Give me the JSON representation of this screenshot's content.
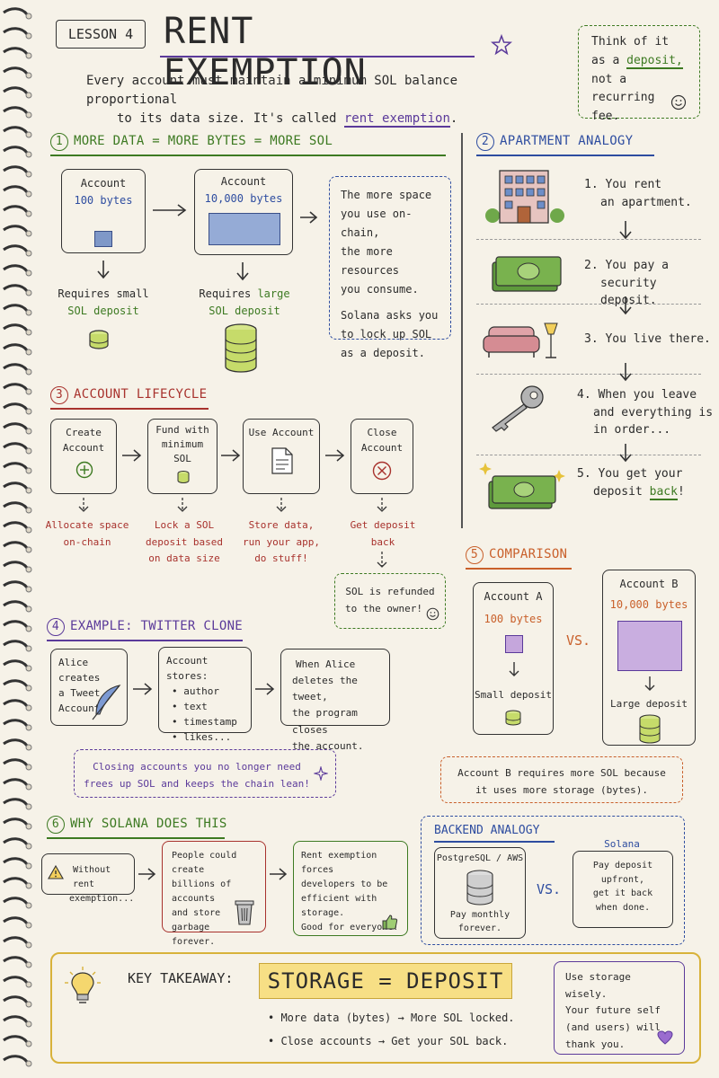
{
  "header": {
    "lesson": "LESSON 4",
    "title": "RENT EXEMPTION",
    "intro_a": "Every account must maintain a minimum SOL balance proportional",
    "intro_b": "to its data size.  It's called",
    "intro_term": "rent exemption",
    "intro_end": ".",
    "note_a": "Think of it",
    "note_b": "as a",
    "note_deposit": "deposit,",
    "note_c": "not a recurring",
    "note_d": "fee."
  },
  "sec1": {
    "num": "1",
    "title": "MORE DATA = MORE BYTES = MORE SOL",
    "small_title": "Account",
    "small_size": "100 bytes",
    "small_req_a": "Requires small",
    "small_req_b": "SOL deposit",
    "large_title": "Account",
    "large_size": "10,000 bytes",
    "large_req_a": "Requires",
    "large_req_b": "large",
    "large_req_c": "SOL deposit",
    "note_1": "The more space",
    "note_2": "you use on-chain,",
    "note_3": "the more resources",
    "note_4": "you consume.",
    "note_5": "Solana asks you",
    "note_6": "to lock up SOL",
    "note_7": "as a deposit."
  },
  "sec2": {
    "num": "2",
    "title": "APARTMENT ANALOGY",
    "steps": [
      {
        "a": "1. You rent",
        "b": "an apartment."
      },
      {
        "a": "2. You pay a",
        "b": "security deposit."
      },
      {
        "a": "3. You live there.",
        "b": ""
      },
      {
        "a": "4. When you leave",
        "b": "and everything is",
        "c": "in order..."
      },
      {
        "a": "5. You get your",
        "b": "deposit",
        "c": "back",
        "d": "!"
      }
    ]
  },
  "sec3": {
    "num": "3",
    "title": "ACCOUNT LIFECYCLE",
    "steps": [
      {
        "a": "Create",
        "b": "Account",
        "desc_a": "Allocate space",
        "desc_b": "on-chain",
        "desc_c": ""
      },
      {
        "a": "Fund with",
        "b": "minimum",
        "c": "SOL",
        "desc_a": "Lock a SOL",
        "desc_b": "deposit based",
        "desc_c": "on data size"
      },
      {
        "a": "Use Account",
        "b": "",
        "desc_a": "Store data,",
        "desc_b": "run your app,",
        "desc_c": "do stuff!"
      },
      {
        "a": "Close",
        "b": "Account",
        "desc_a": "Get deposit",
        "desc_b": "back",
        "desc_c": ""
      }
    ],
    "refund_a": "SOL is refunded",
    "refund_b": "to the owner!"
  },
  "sec4": {
    "num": "4",
    "title": "EXAMPLE: TWITTER CLONE",
    "box1_a": "Alice creates",
    "box1_b": "a Tweet",
    "box1_c": "Account",
    "box2_title": "Account stores:",
    "box2_items": [
      "author",
      "text",
      "timestamp",
      "likes..."
    ],
    "box3_a": "When Alice",
    "box3_b": "deletes the tweet,",
    "box3_c": "the program closes",
    "box3_d": "the account.",
    "tip_a": "Closing accounts you no longer need",
    "tip_b": "frees up SOL and keeps the chain lean!"
  },
  "sec5": {
    "num": "5",
    "title": "COMPARISON",
    "a_title": "Account A",
    "a_size": "100 bytes",
    "a_dep": "Small deposit",
    "vs": "VS.",
    "b_title": "Account B",
    "b_size": "10,000 bytes",
    "b_dep": "Large deposit",
    "note_a": "Account B requires more SOL because",
    "note_b": "it uses more storage (bytes)."
  },
  "sec6": {
    "num": "6",
    "title": "WHY SOLANA DOES THIS",
    "box1_a": "Without rent",
    "box1_b": "exemption...",
    "box2_a": "People could create",
    "box2_b": "billions of accounts",
    "box2_c": "and store garbage",
    "box2_d": "forever.",
    "box3_a": "Rent exemption forces",
    "box3_b": "developers to be",
    "box3_c": "efficient with storage.",
    "box3_d": "Good for everyone!"
  },
  "backend": {
    "title": "BACKEND ANALOGY",
    "left_title": "PostgreSQL / AWS",
    "left_a": "Pay monthly",
    "left_b": "forever.",
    "vs": "VS.",
    "right_title": "Solana",
    "right_a": "Pay deposit",
    "right_b": "upfront,",
    "right_c": "get it back",
    "right_d": "when done."
  },
  "takeaway": {
    "label": "KEY TAKEAWAY:",
    "headline": "STORAGE = DEPOSIT",
    "bullet1": "• More data (bytes) → More SOL locked.",
    "bullet2": "• Close accounts → Get your SOL back.",
    "note_a": "Use storage wisely.",
    "note_b": "Your future self",
    "note_c": "(and users) will",
    "note_d": "thank you."
  },
  "colors": {
    "paper": "#f6f2e8",
    "blue": "#2e4da0",
    "green": "#3d7a22",
    "red": "#a8322d",
    "orange": "#c9602b",
    "purple": "#5b3a9a",
    "gold": "#d8b23a"
  },
  "icons": [
    "star-icon",
    "smiley-icon",
    "plus-circle-icon",
    "coin-stack-icon",
    "document-icon",
    "x-circle-icon",
    "feather-icon",
    "sparkle-icon",
    "warning-icon",
    "trash-icon",
    "thumbs-up-icon",
    "database-icon",
    "lightbulb-icon",
    "heart-icon",
    "building-icon",
    "money-icon",
    "couch-icon",
    "key-icon"
  ]
}
